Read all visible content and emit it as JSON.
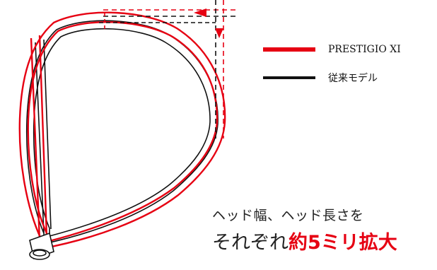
{
  "colors": {
    "prestigio": "#e60012",
    "conventional": "#111111"
  },
  "legend": [
    {
      "label": "PRESTIGIO XI",
      "color": "#e60012"
    },
    {
      "label": "従来モデル",
      "color": "#111111"
    }
  ],
  "caption": {
    "line1": "ヘッド幅、ヘッド長さを",
    "line2_plain": "それぞれ",
    "line2_accent": "約5ミリ拡大"
  }
}
